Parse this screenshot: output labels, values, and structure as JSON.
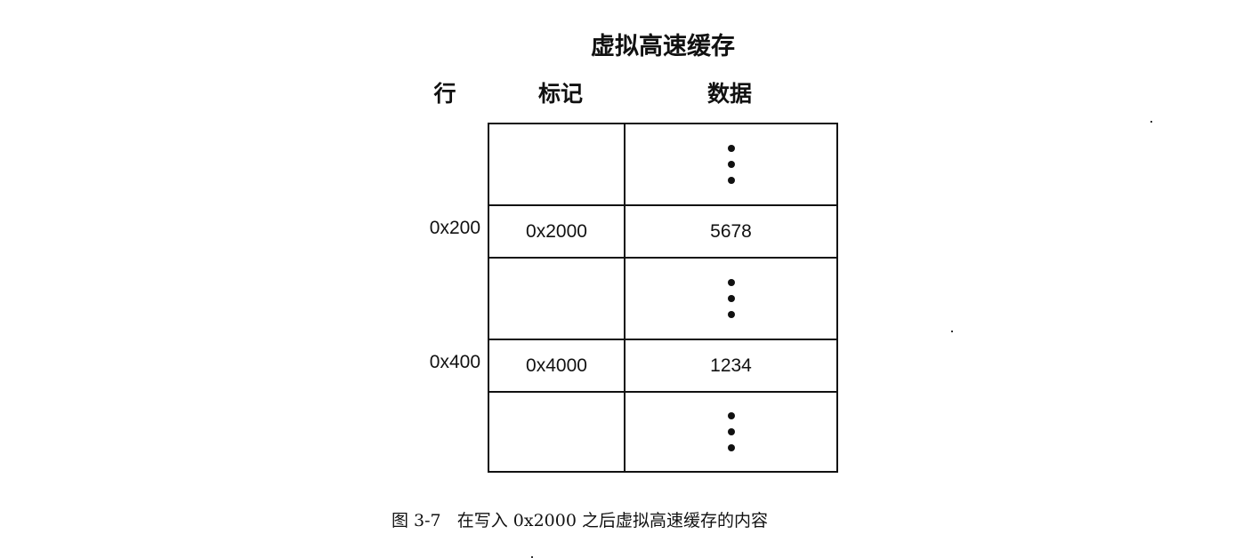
{
  "diagram": {
    "title": "虚拟高速缓存",
    "headers": {
      "row": "行",
      "tag": "标记",
      "data": "数据"
    },
    "rows": [
      {
        "row_label": "",
        "tag": "",
        "data": "",
        "ellipsis": true
      },
      {
        "row_label": "0x200",
        "tag": "0x2000",
        "data": "5678",
        "ellipsis": false
      },
      {
        "row_label": "",
        "tag": "",
        "data": "",
        "ellipsis": true
      },
      {
        "row_label": "0x400",
        "tag": "0x4000",
        "data": "1234",
        "ellipsis": false
      },
      {
        "row_label": "",
        "tag": "",
        "data": "",
        "ellipsis": true
      }
    ],
    "caption": "图 3-7   在写入 0x2000 之后虚拟高速缓存的内容"
  }
}
